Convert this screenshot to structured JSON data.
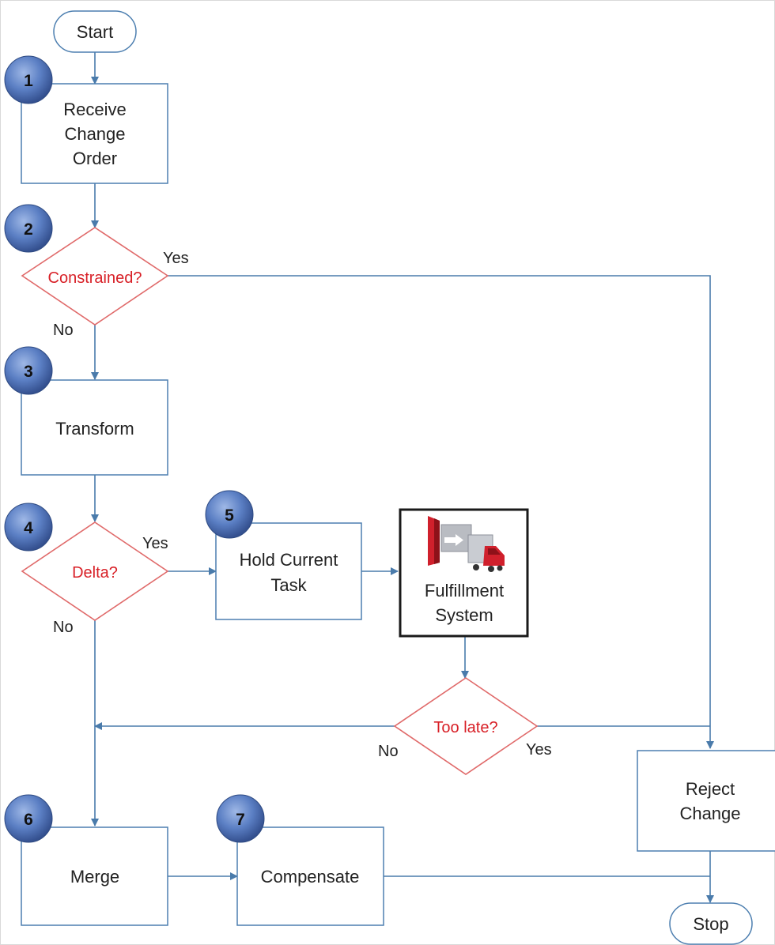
{
  "colors": {
    "box_border": "#4d7fb0",
    "arrow": "#4a7bab",
    "decision_border": "#e06a6a",
    "decision_text": "#d81f26",
    "text": "#222222",
    "badge_fill": "#5b7fc4",
    "truck_red": "#d0202c"
  },
  "nodes": {
    "start": "Start",
    "receive": [
      "Receive",
      "Change",
      "Order"
    ],
    "constrained": "Constrained?",
    "transform": "Transform",
    "delta": "Delta?",
    "hold": [
      "Hold Current",
      "Task"
    ],
    "fulfillment": [
      "Fulfillment",
      "System"
    ],
    "too_late": "Too late?",
    "reject": [
      "Reject",
      "Change"
    ],
    "merge": "Merge",
    "compensate": "Compensate",
    "stop": "Stop"
  },
  "edge_labels": {
    "constrained_yes": "Yes",
    "constrained_no": "No",
    "delta_yes": "Yes",
    "delta_no": "No",
    "too_late_no": "No",
    "too_late_yes": "Yes"
  },
  "steps": [
    "1",
    "2",
    "3",
    "4",
    "5",
    "6",
    "7"
  ],
  "icons": {
    "fulfillment": "truck-icon"
  }
}
